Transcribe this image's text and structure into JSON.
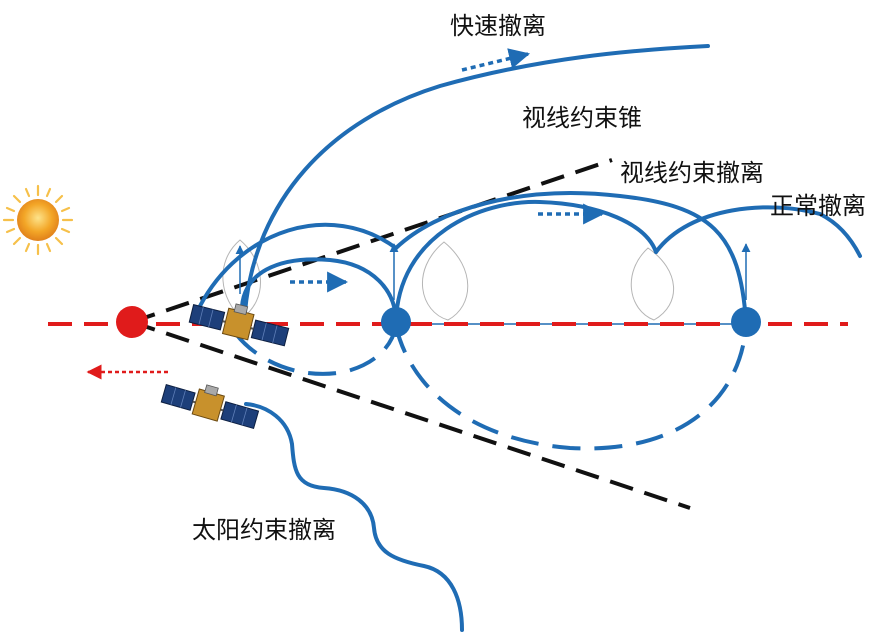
{
  "labels": {
    "fast_escape": "快速撤离",
    "los_cone": "视线约束锥",
    "los_escape": "视线约束撤离",
    "normal_escape": "正常撤离",
    "sun_escape": "太阳约束撤离"
  },
  "colors": {
    "trajectory": "#1f6cb4",
    "target": "#e01b1b",
    "cone": "#111111",
    "sun": "#f2a21c",
    "sun_rays": "#f6c04a",
    "satellite_body": "#c8912c",
    "solar_panel": "#1d3f7a",
    "thin_loop": "#b5b5b5"
  },
  "icons": [
    "sun-icon",
    "satellite-icon",
    "arrow-icon"
  ]
}
